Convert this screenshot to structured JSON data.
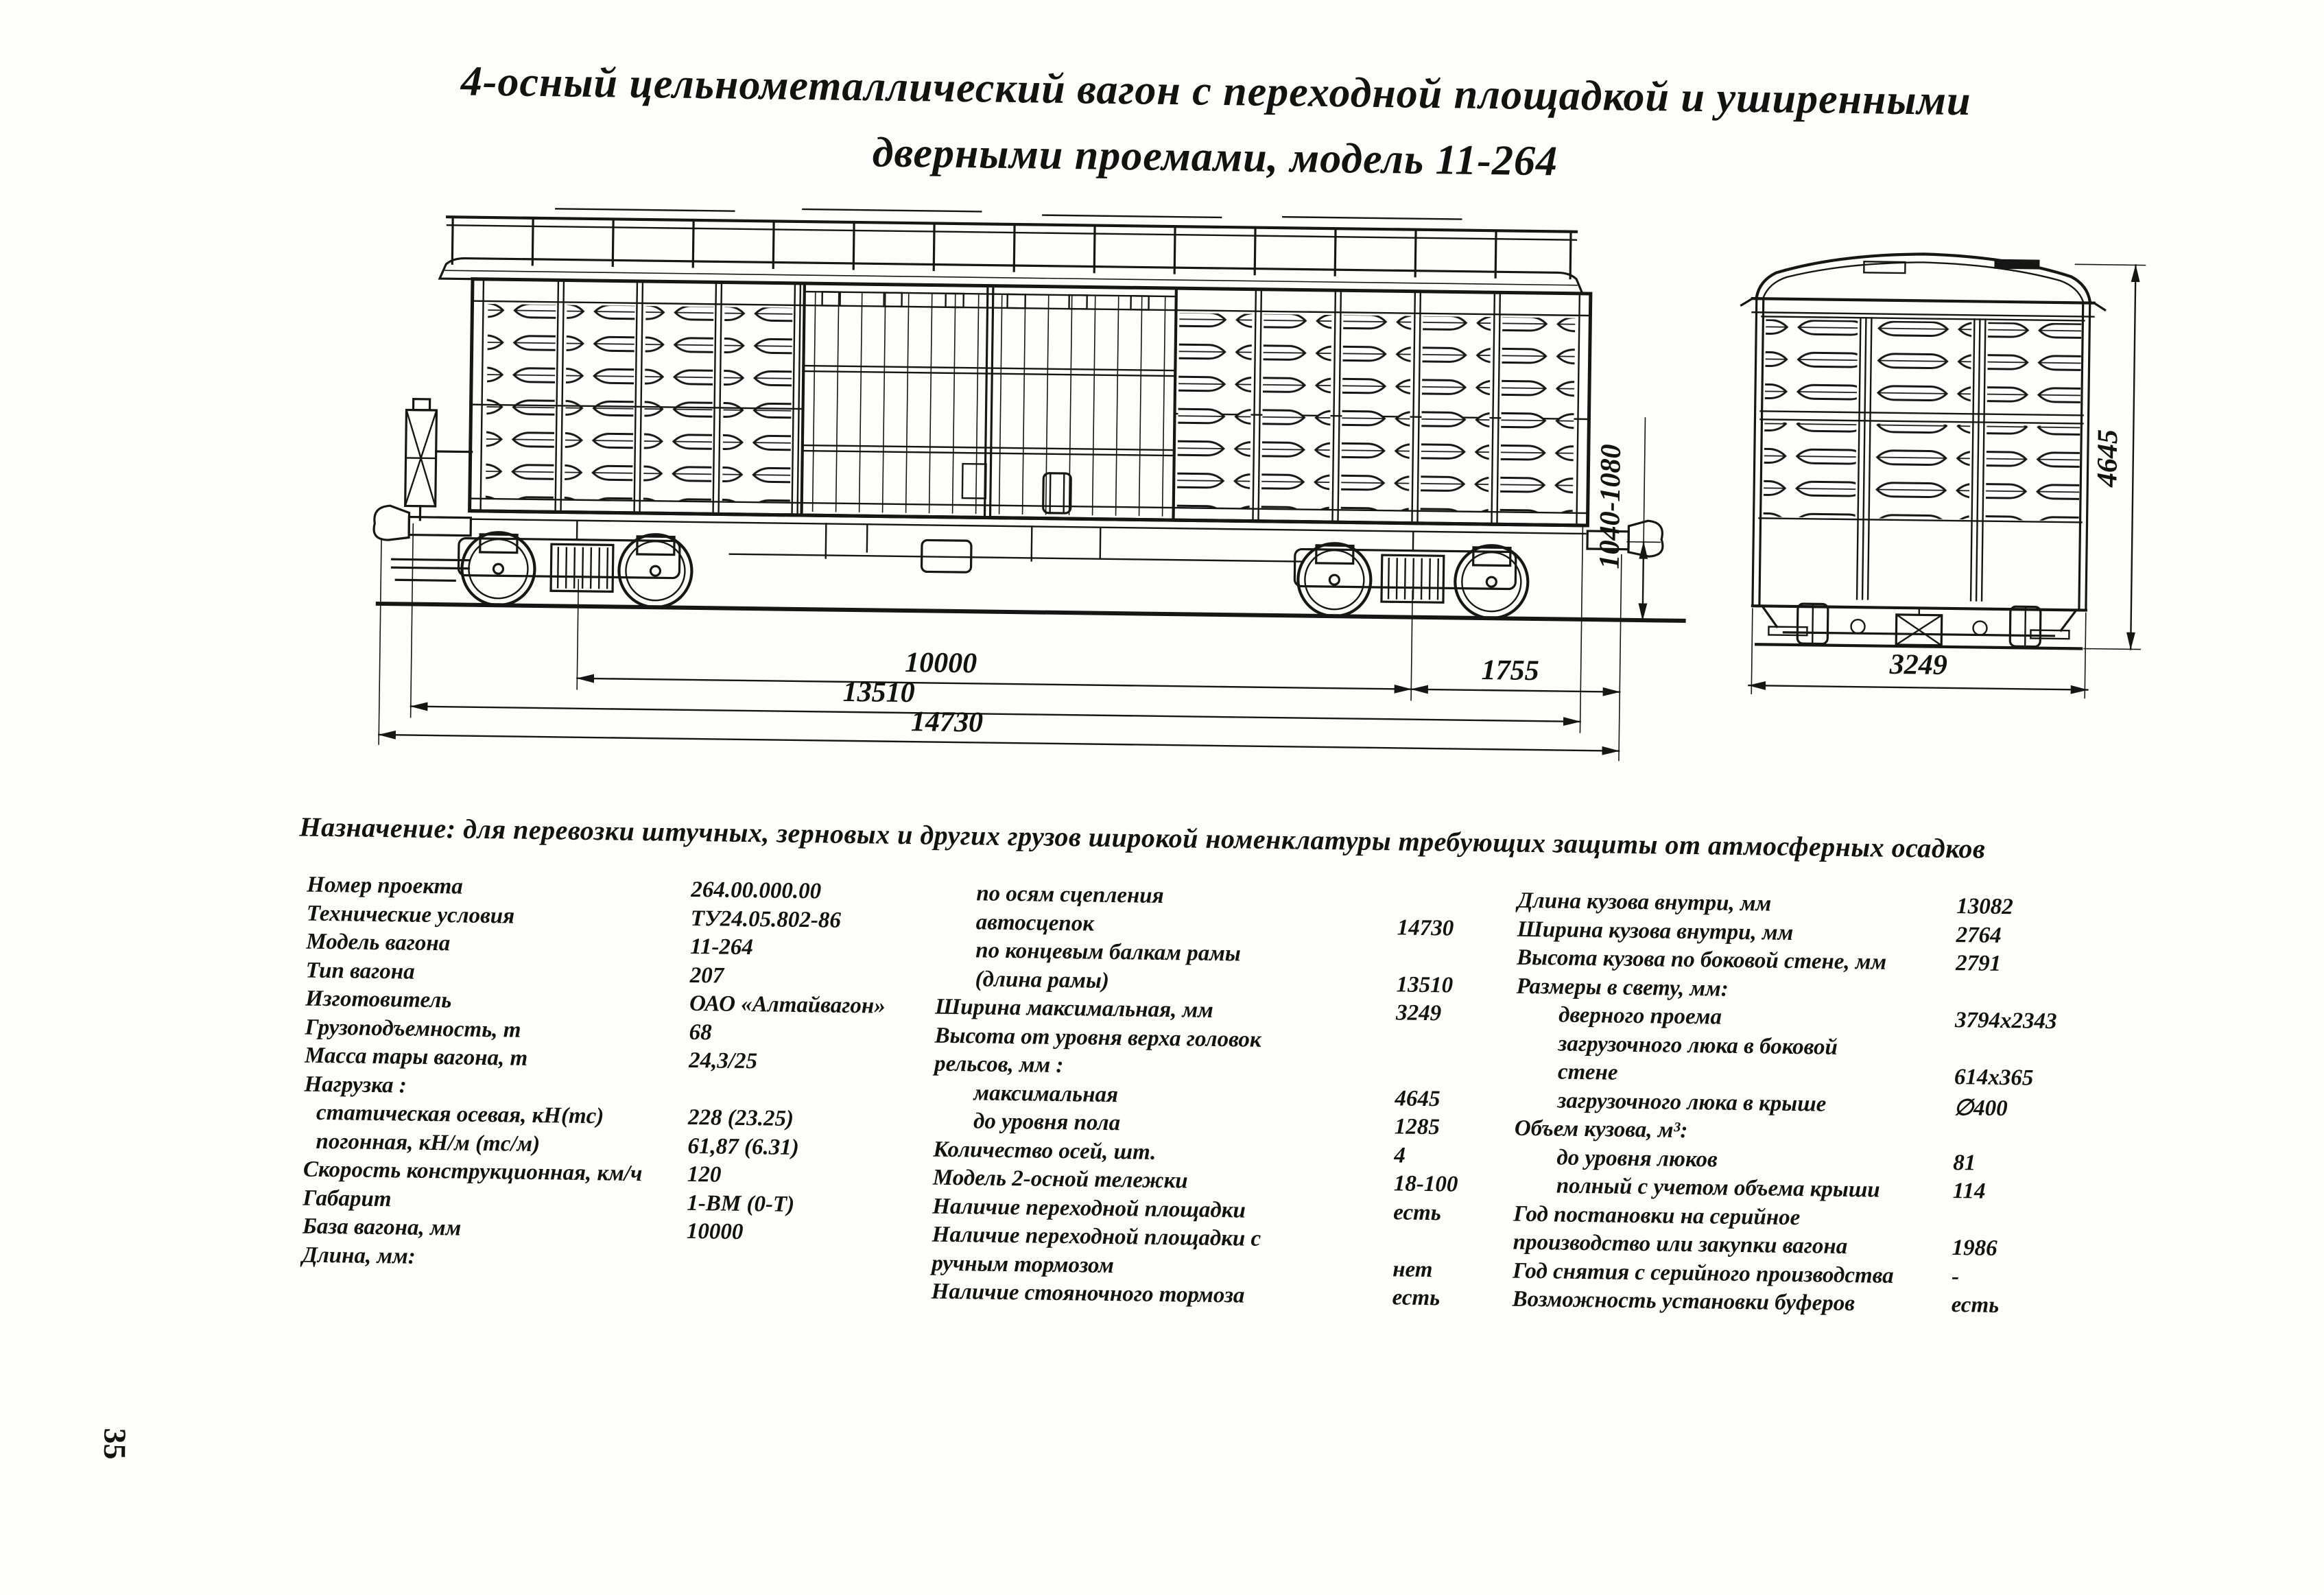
{
  "page": {
    "title_line1": "4-осный цельнометаллический вагон с переходной площадкой и уширенными",
    "title_line2": "дверными проемами, модель 11-264",
    "purpose": "Назначение: для перевозки штучных, зерновых и других грузов широкой номенклатуры требующих защиты  от атмосферных осадков",
    "page_number": "35"
  },
  "drawing": {
    "dims": {
      "wheelbase": "10000",
      "rear_overhang": "1755",
      "frame_length": "13510",
      "length_over_couplers": "14730",
      "coupler_height": "1040-1080",
      "end_width": "3249",
      "end_height": "4645"
    }
  },
  "specs": {
    "col1": [
      {
        "label": "Номер проекта",
        "value": "264.00.000.00"
      },
      {
        "label": "Технические условия",
        "value": "ТУ24.05.802-86"
      },
      {
        "label": "Модель вагона",
        "value": "11-264"
      },
      {
        "label": "Тип вагона",
        "value": "207"
      },
      {
        "label": "Изготовитель",
        "value": "ОАО «Алтайвагон»"
      },
      {
        "label": "Грузоподъемность, т",
        "value": "68"
      },
      {
        "label": "Масса тары вагона, т",
        "value": "24,3/25"
      },
      {
        "label": "Нагрузка :",
        "value": ""
      },
      {
        "label": "статическая осевая, кН(тс)",
        "value": "228 (23.25)"
      },
      {
        "label": "погонная, кН/м (тс/м)",
        "value": "61,87 (6.31)"
      },
      {
        "label": "Скорость конструкционная, км/ч",
        "value": "120"
      },
      {
        "label": "Габарит",
        "value": "1-ВМ (0-Т)"
      },
      {
        "label": "База вагона, мм",
        "value": "10000"
      },
      {
        "label": "Длина, мм:",
        "value": ""
      }
    ],
    "col2": [
      {
        "label": "по осям сцепления",
        "value": ""
      },
      {
        "label": "автосцепок",
        "value": "14730"
      },
      {
        "label": "по концевым балкам рамы",
        "value": ""
      },
      {
        "label": "(длина рамы)",
        "value": "13510"
      },
      {
        "label": "Ширина максимальная, мм",
        "value": "3249"
      },
      {
        "label": "Высота от уровня верха головок",
        "value": ""
      },
      {
        "label": "рельсов, мм :",
        "value": ""
      },
      {
        "label": "максимальная",
        "value": "4645"
      },
      {
        "label": "до уровня пола",
        "value": "1285"
      },
      {
        "label": "Количество осей, шт.",
        "value": "4"
      },
      {
        "label": "Модель 2-осной тележки",
        "value": "18-100"
      },
      {
        "label": "Наличие переходной площадки",
        "value": "есть"
      },
      {
        "label": "Наличие переходной площадки с",
        "value": ""
      },
      {
        "label": "ручным тормозом",
        "value": "нет"
      },
      {
        "label": "Наличие стояночного тормоза",
        "value": "есть"
      }
    ],
    "col3": [
      {
        "label": "Длина кузова внутри, мм",
        "value": "13082"
      },
      {
        "label": "Ширина кузова внутри, мм",
        "value": "2764"
      },
      {
        "label": "Высота кузова по боковой стене, мм",
        "value": "2791"
      },
      {
        "label": "Размеры в свету, мм:",
        "value": ""
      },
      {
        "label": "дверного проема",
        "value": "3794х2343"
      },
      {
        "label": "загрузочного люка в боковой",
        "value": ""
      },
      {
        "label": "стене",
        "value": "614х365"
      },
      {
        "label": "загрузочного люка в крыше",
        "value": "∅400"
      },
      {
        "label": "Объем кузова, м³:",
        "value": ""
      },
      {
        "label": "до уровня люков",
        "value": "81"
      },
      {
        "label": "полный с учетом объема крыши",
        "value": "114"
      },
      {
        "label": "Год постановки на серийное",
        "value": ""
      },
      {
        "label": "производство или закупки вагона",
        "value": "1986"
      },
      {
        "label": "Год снятия с серийного производства",
        "value": "-"
      },
      {
        "label": "Возможность установки буферов",
        "value": "есть"
      }
    ]
  }
}
